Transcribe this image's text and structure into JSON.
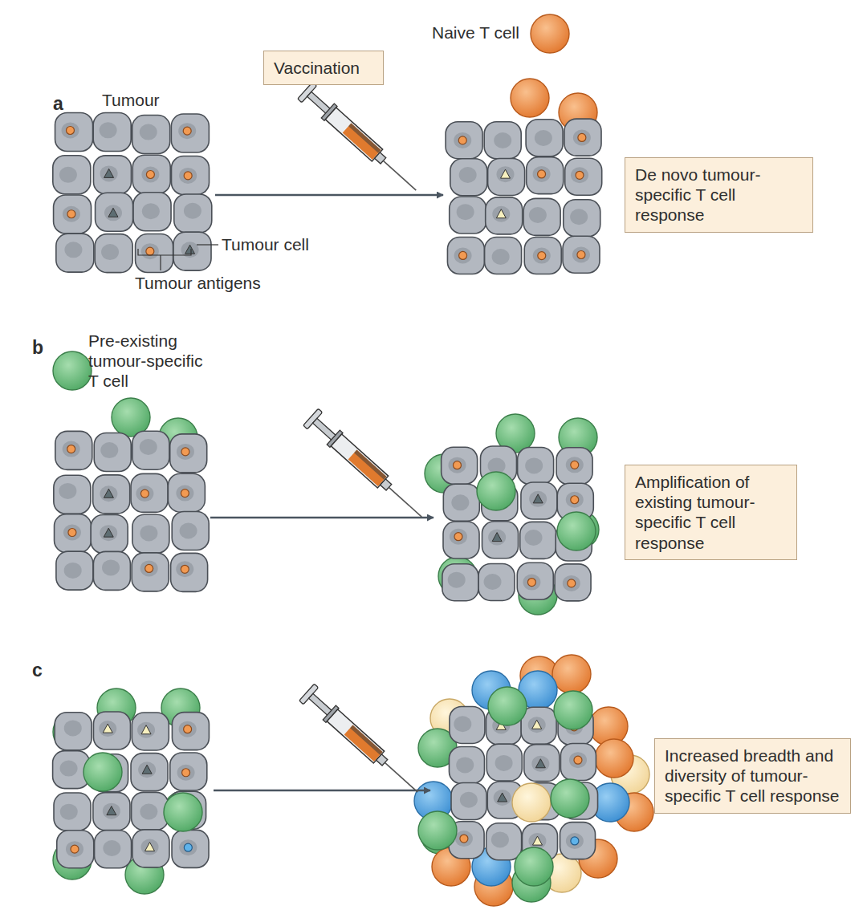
{
  "diagram": {
    "nodes": [
      {
        "text": [
          "Vaccination"
        ]
      },
      {
        "text": [
          "De novo tumour-specific T cell response"
        ]
      },
      {
        "text": [
          "Amplification of existing tumour-specific T cell response"
        ]
      },
      {
        "text": [
          "Increased breadth and diversity of tumour-specific T cell response"
        ]
      }
    ],
    "labels": [
      "Naive T cell",
      "a",
      "Tumour",
      "Tumour cell",
      "Tumour antigens",
      "b",
      "Pre-existing tumour-specific T cell",
      "c"
    ]
  }
}
